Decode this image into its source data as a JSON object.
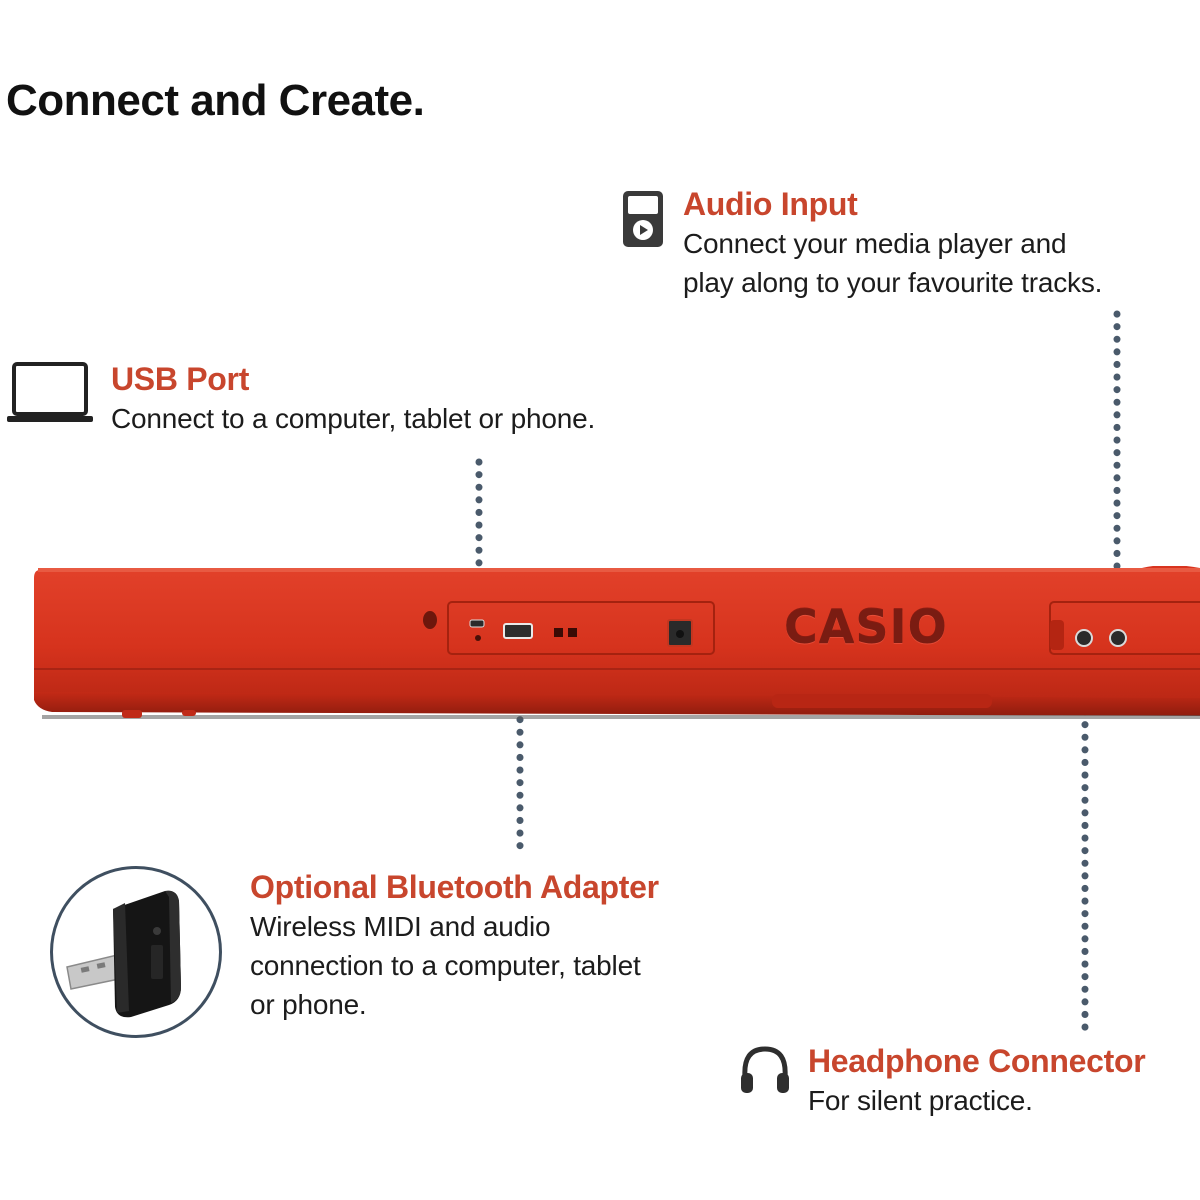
{
  "page": {
    "title": "Connect and Create."
  },
  "features": {
    "audio_input": {
      "title": "Audio Input",
      "lines": [
        "Connect your media player and",
        "play along to your favourite tracks."
      ],
      "icon": "media-player-icon"
    },
    "usb_port": {
      "title": "USB Port",
      "lines": [
        "Connect to a computer, tablet or phone."
      ],
      "icon": "laptop-icon"
    },
    "bluetooth": {
      "title": "Optional Bluetooth Adapter",
      "lines": [
        "Wireless MIDI and audio",
        "connection to a computer, tablet",
        "or phone."
      ],
      "icon": "bluetooth-adapter-image"
    },
    "headphone": {
      "title": "Headphone Connector",
      "lines": [
        "For silent practice."
      ],
      "icon": "headphones-icon"
    }
  },
  "keyboard": {
    "brand": "CASIO",
    "color": "#d8341f"
  },
  "colors": {
    "accent": "#c8462d",
    "leader_dots": "#4a5a6b",
    "title": "#111111"
  }
}
